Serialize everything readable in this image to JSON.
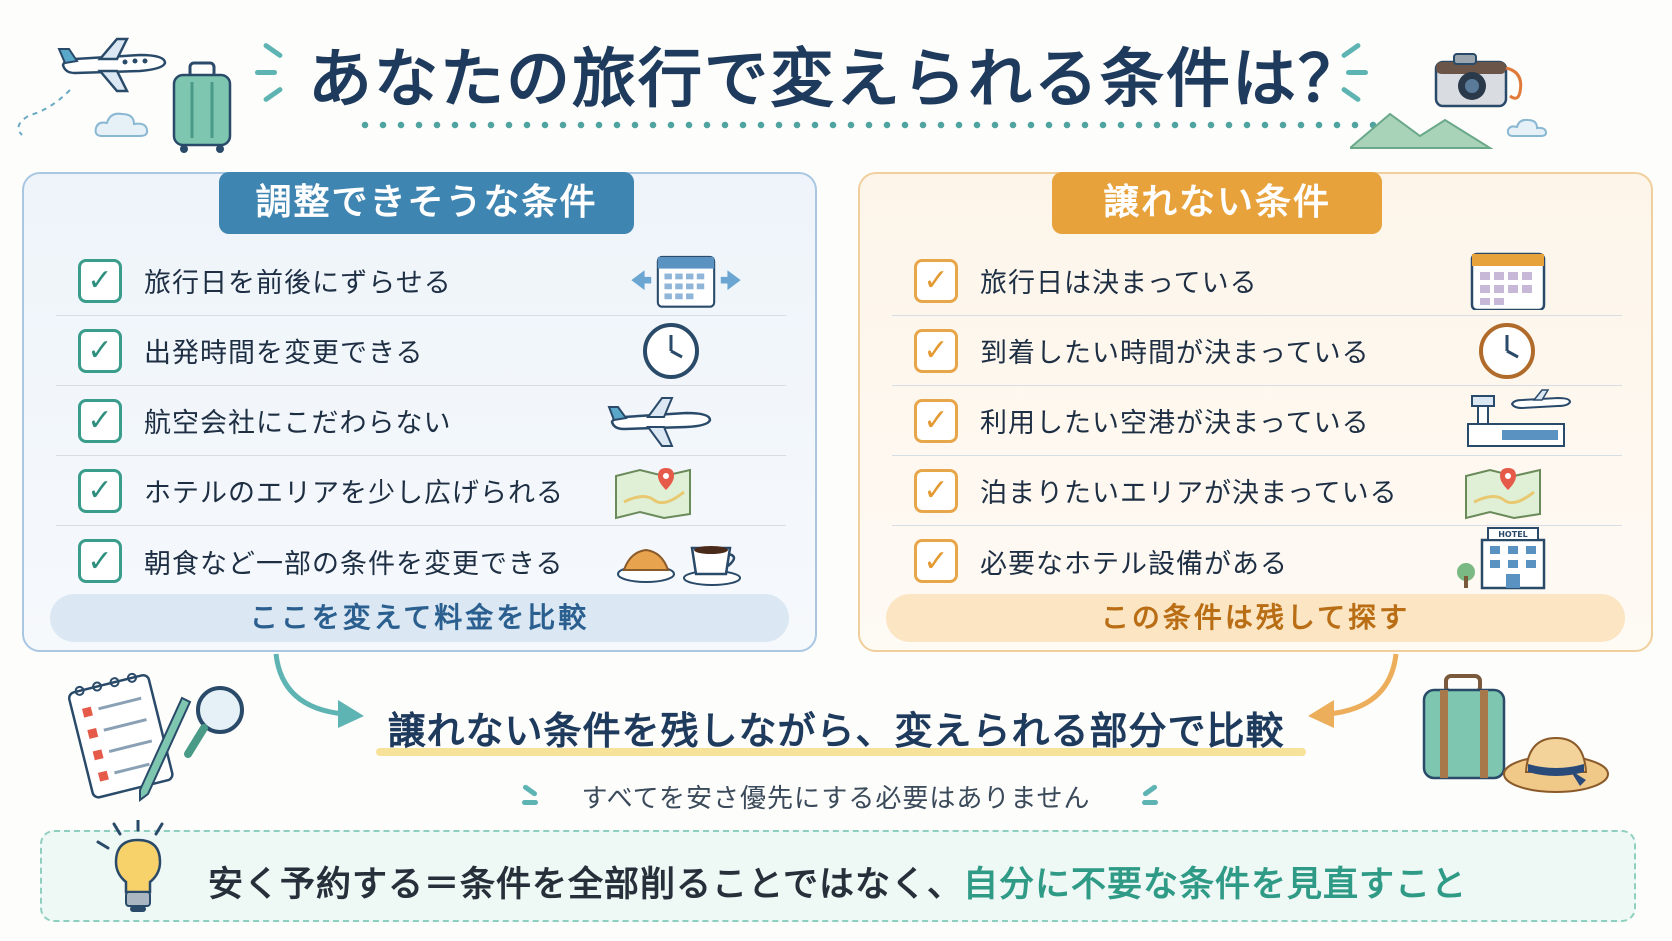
{
  "title": "あなたの旅行で変えられる条件は？",
  "left_panel": {
    "heading": "調整できそうな条件",
    "items": [
      {
        "label": "旅行日を前後にずらせる",
        "icon": "calendar-arrows-icon"
      },
      {
        "label": "出発時間を変更できる",
        "icon": "clock-icon"
      },
      {
        "label": "航空会社にこだわらない",
        "icon": "airplane-icon"
      },
      {
        "label": "ホテルのエリアを少し広げられる",
        "icon": "map-icon"
      },
      {
        "label": "朝食など一部の条件を変更できる",
        "icon": "breakfast-icon"
      }
    ],
    "footer": "ここを変えて料金を比較"
  },
  "right_panel": {
    "heading": "譲れない条件",
    "items": [
      {
        "label": "旅行日は決まっている",
        "icon": "calendar-icon"
      },
      {
        "label": "到着したい時間が決まっている",
        "icon": "clock-icon"
      },
      {
        "label": "利用したい空港が決まっている",
        "icon": "airport-icon"
      },
      {
        "label": "泊まりたいエリアが決まっている",
        "icon": "map-icon"
      },
      {
        "label": "必要なホテル設備がある",
        "icon": "hotel-icon"
      }
    ],
    "footer": "この条件は残して探す",
    "hotel_sign": "HOTEL"
  },
  "conclusion": "譲れない条件を残しながら、変えられる部分で比較",
  "subnote": "すべてを安さ優先にする必要はありません",
  "banner": {
    "text_plain": "安く予約する＝条件を全部削ることではなく、",
    "text_highlight": "自分に不要な条件を見直すこと"
  },
  "colors": {
    "left_accent": "#3f85b1",
    "right_accent": "#e8a23b",
    "check_left": "#3a9d8c",
    "check_right": "#e8a64a",
    "highlight": "#2f9a86"
  }
}
